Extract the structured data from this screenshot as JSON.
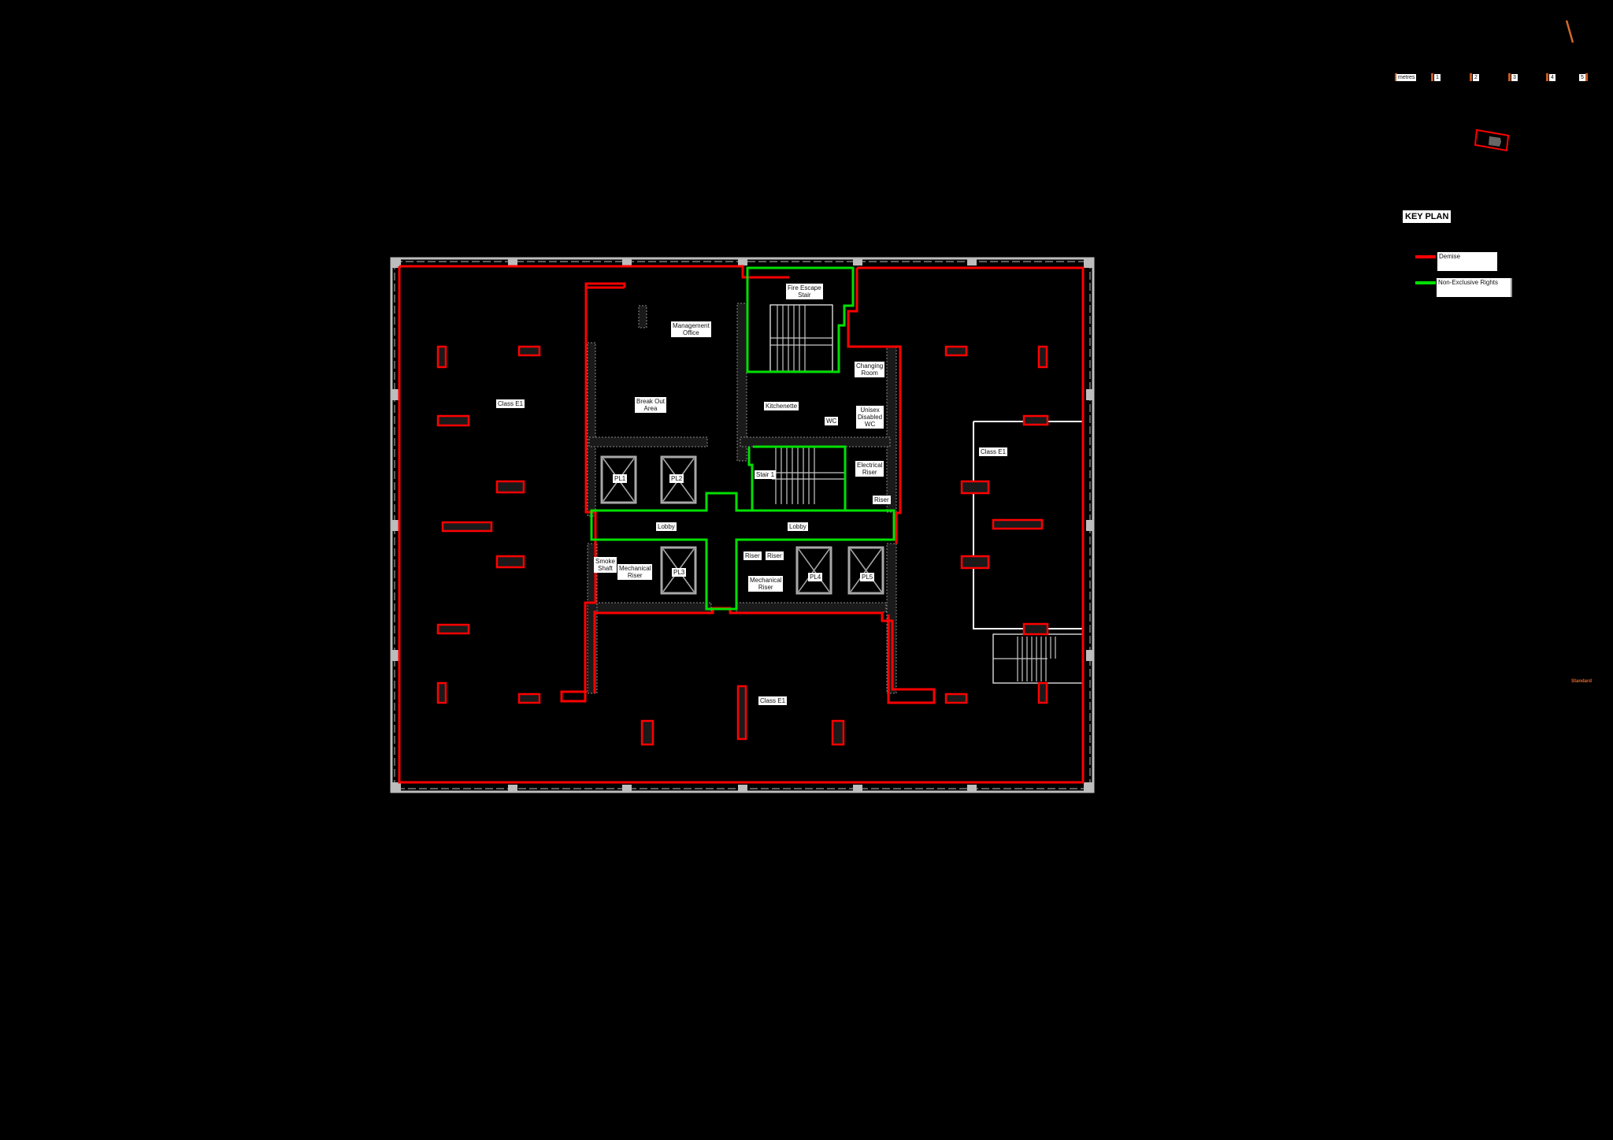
{
  "drawing": {
    "colors": {
      "demise": "#ff0000",
      "non_exclusive": "#00e000",
      "wall": "#bdbdbd",
      "background": "#000000",
      "accent": "#d2692a"
    },
    "rooms": [
      {
        "id": "class-e1-west",
        "label": "Class E1"
      },
      {
        "id": "class-e1-east",
        "label": "Class E1"
      },
      {
        "id": "class-e1-south",
        "label": "Class E1"
      },
      {
        "id": "management-office",
        "label": "Management\nOffice"
      },
      {
        "id": "fire-escape-stair",
        "label": "Fire Escape\nStair"
      },
      {
        "id": "changing-room",
        "label": "Changing\nRoom"
      },
      {
        "id": "break-out-area",
        "label": "Break Out\nArea"
      },
      {
        "id": "kitchenette",
        "label": "Kitchenette"
      },
      {
        "id": "wc",
        "label": "WC"
      },
      {
        "id": "unisex-disabled-wc",
        "label": "Unisex\nDisabled\nWC"
      },
      {
        "id": "pl1",
        "label": "PL1"
      },
      {
        "id": "pl2",
        "label": "PL2"
      },
      {
        "id": "stair-1",
        "label": "Stair 1"
      },
      {
        "id": "electrical-riser",
        "label": "Electrical\nRiser"
      },
      {
        "id": "riser-east",
        "label": "Riser"
      },
      {
        "id": "lobby-west",
        "label": "Lobby"
      },
      {
        "id": "lobby-east",
        "label": "Lobby"
      },
      {
        "id": "smoke-shaft",
        "label": "Smoke\nShaft"
      },
      {
        "id": "mechanical-riser-west",
        "label": "Mechanical\nRiser"
      },
      {
        "id": "pl3",
        "label": "PL3"
      },
      {
        "id": "riser-1",
        "label": "Riser"
      },
      {
        "id": "riser-2",
        "label": "Riser"
      },
      {
        "id": "mechanical-riser-east",
        "label": "Mechanical\nRiser"
      },
      {
        "id": "pl4",
        "label": "PL4"
      },
      {
        "id": "pl5",
        "label": "PL5"
      }
    ]
  },
  "key_plan": {
    "title": "KEY PLAN",
    "legend": [
      {
        "label": "Demise",
        "color": "#ff0000"
      },
      {
        "label": "Non-Exclusive Rights",
        "color": "#00e000"
      }
    ]
  },
  "scale_bar": {
    "unit": "metres",
    "ticks": [
      "1",
      "2",
      "3",
      "4",
      "5"
    ]
  },
  "footer_note": "Standard"
}
